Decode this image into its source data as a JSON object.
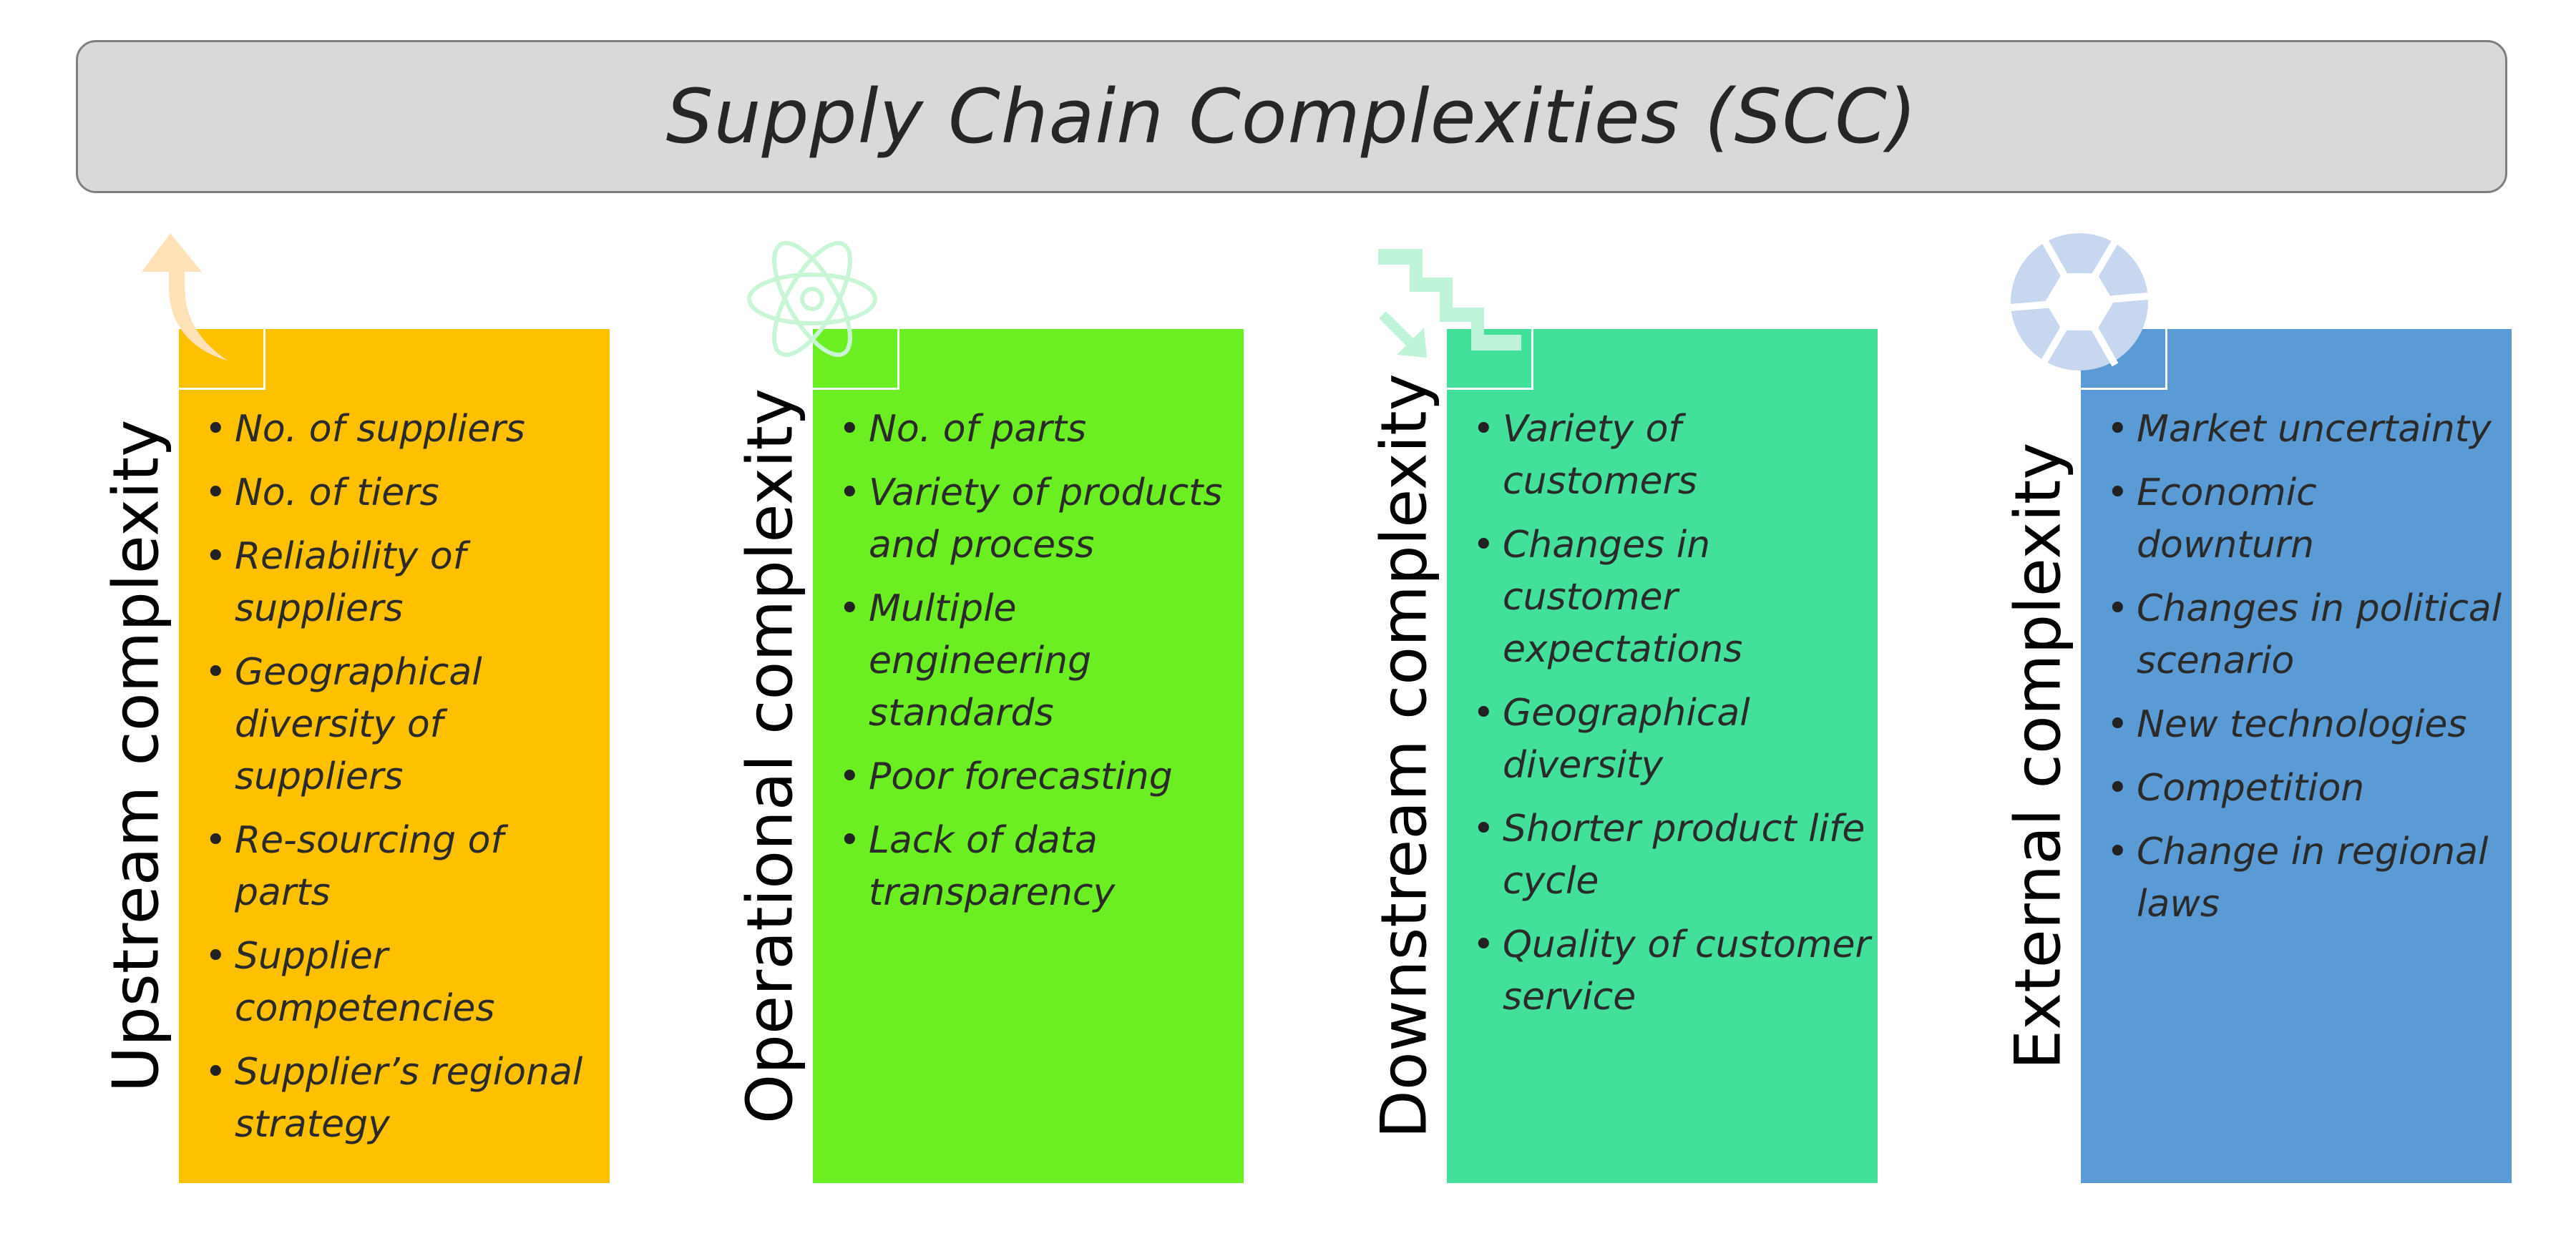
{
  "title": "Supply Chain Complexities (SCC)",
  "colors": {
    "title_bar": "#d9d9d9",
    "upstream": "#ffc000",
    "operational": "#6bef22",
    "downstream": "#42e09a",
    "external": "#5b9bd5"
  },
  "categories": [
    {
      "label": "Upstream complexity",
      "icon": "curved-up-arrow-icon",
      "items": [
        "No. of suppliers",
        "No. of tiers",
        "Reliability of suppliers",
        "Geographical diversity of suppliers",
        "Re-sourcing of parts",
        "Supplier competencies",
        "Supplier’s regional strategy"
      ]
    },
    {
      "label": "Operational complexity",
      "icon": "atom-icon",
      "items": [
        "No. of parts",
        "Variety of products and process",
        "Multiple engineering standards",
        "Poor forecasting",
        "Lack of data transparency"
      ]
    },
    {
      "label": "Downstream complexity",
      "icon": "stairs-down-arrow-icon",
      "items": [
        "Variety of customers",
        "Changes in customer expectations",
        "Geographical diversity",
        "Shorter product life cycle",
        "Quality of customer service"
      ]
    },
    {
      "label": "External complexity",
      "icon": "aperture-icon",
      "items": [
        "Market uncertainty",
        "Economic downturn",
        "Changes in political scenario",
        "New technologies",
        "Competition",
        "Change in regional laws"
      ]
    }
  ]
}
